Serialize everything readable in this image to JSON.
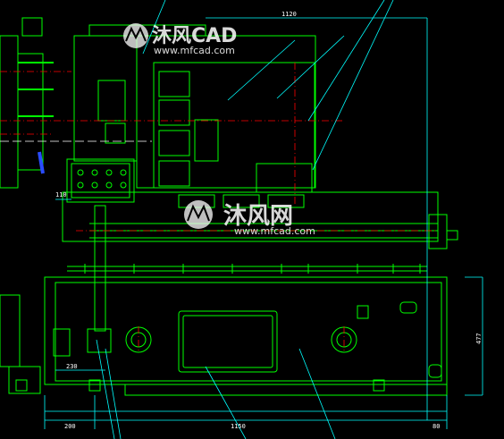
{
  "drawing": {
    "background": "#000000",
    "colors": {
      "green": "#00ff00",
      "cyan": "#00ffff",
      "white": "#ffffff",
      "red": "#ff0000",
      "blue": "#2a4cff",
      "yellow": "#ffff00"
    },
    "dimensions": {
      "top_width": "1120",
      "left_small": "110",
      "left_mid": "230",
      "bottom_left": "200",
      "bottom_mid": "1150",
      "bottom_right": "80",
      "right_height": "477"
    }
  },
  "watermark_top": {
    "brand": "沐风CAD",
    "url": "www.mfcad.com"
  },
  "watermark_center": {
    "brand": "沐风网",
    "url": "www.mfcad.com"
  }
}
